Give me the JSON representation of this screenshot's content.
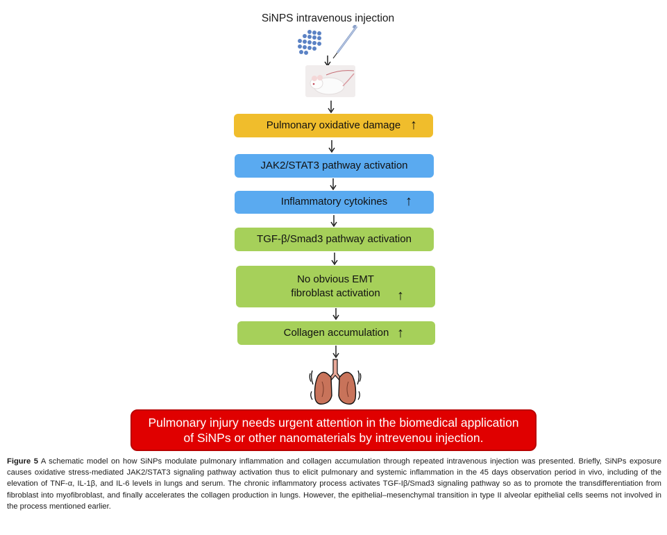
{
  "diagram": {
    "title": "SiNPS intravenous injection",
    "steps": [
      {
        "label": "Pulmonary oxidative damage",
        "color": "#f0bd2c",
        "arrow": "↑"
      },
      {
        "label": "JAK2/STAT3 pathway activation",
        "color": "#5aaaf0",
        "arrow": ""
      },
      {
        "label": "Inflammatory cytokines",
        "color": "#5aaaf0",
        "arrow": "↑"
      },
      {
        "label": "TGF-β/Smad3 pathway activation",
        "color": "#a6d05a",
        "arrow": ""
      },
      {
        "label_line1": "No obvious EMT",
        "label_line2": "fibroblast activation",
        "color": "#a6d05a",
        "arrow": "↑"
      },
      {
        "label": "Collagen accumulation",
        "color": "#a6d05a",
        "arrow": "↑"
      }
    ],
    "conclusion_line1": "Pulmonary injury needs urgent attention in the biomedical application",
    "conclusion_line2": "of SiNPs or other nanomaterials by intrevenou injection.",
    "conclusion_color": "#e00000",
    "icons": [
      "nanoparticles-icon",
      "syringe-icon",
      "mouse-image",
      "lungs-icon",
      "down-arrow-icon"
    ]
  },
  "caption": {
    "label": "Figure 5",
    "text": "A schematic model on how SiNPs modulate pulmonary inflammation and collagen accumulation through repeated intravenous injection was presented. Briefly, SiNPs exposure causes oxidative stress-mediated JAK2/STAT3 signaling pathway activation thus to elicit pulmonary and systemic inflammation in the 45 days observation period in vivo, including of the elevation of TNF-α, IL-1β, and IL-6 levels in lungs and serum. The chronic inflammatory process activates TGF-Iβ/Smad3 signaling pathway so as to promote the transdifferentiation from fibroblast into myofibroblast, and finally accelerates the collagen production in lungs. However, the epithelial–mesenchymal transition in type II alveolar epithelial cells seems not involved in the process mentioned earlier."
  }
}
